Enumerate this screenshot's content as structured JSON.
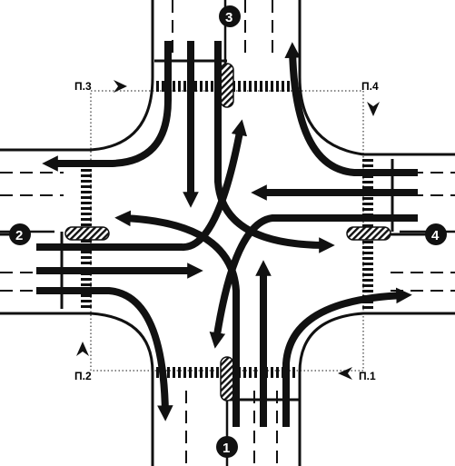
{
  "approaches": [
    {
      "id": "approach-1",
      "label": "1"
    },
    {
      "id": "approach-2",
      "label": "2"
    },
    {
      "id": "approach-3",
      "label": "3"
    },
    {
      "id": "approach-4",
      "label": "4"
    }
  ],
  "posts": [
    {
      "id": "post-1",
      "label": "П.1"
    },
    {
      "id": "post-2",
      "label": "П.2"
    },
    {
      "id": "post-3",
      "label": "П.3"
    },
    {
      "id": "post-4",
      "label": "П.4"
    }
  ],
  "colors": {
    "ink": "#111111",
    "road": "#ffffff",
    "island_hatch": "#111111"
  },
  "icons": {
    "viewer": "eye-arrow-icon",
    "island": "hatched-island-icon",
    "crosswalk": "zebra-crossing-icon"
  }
}
